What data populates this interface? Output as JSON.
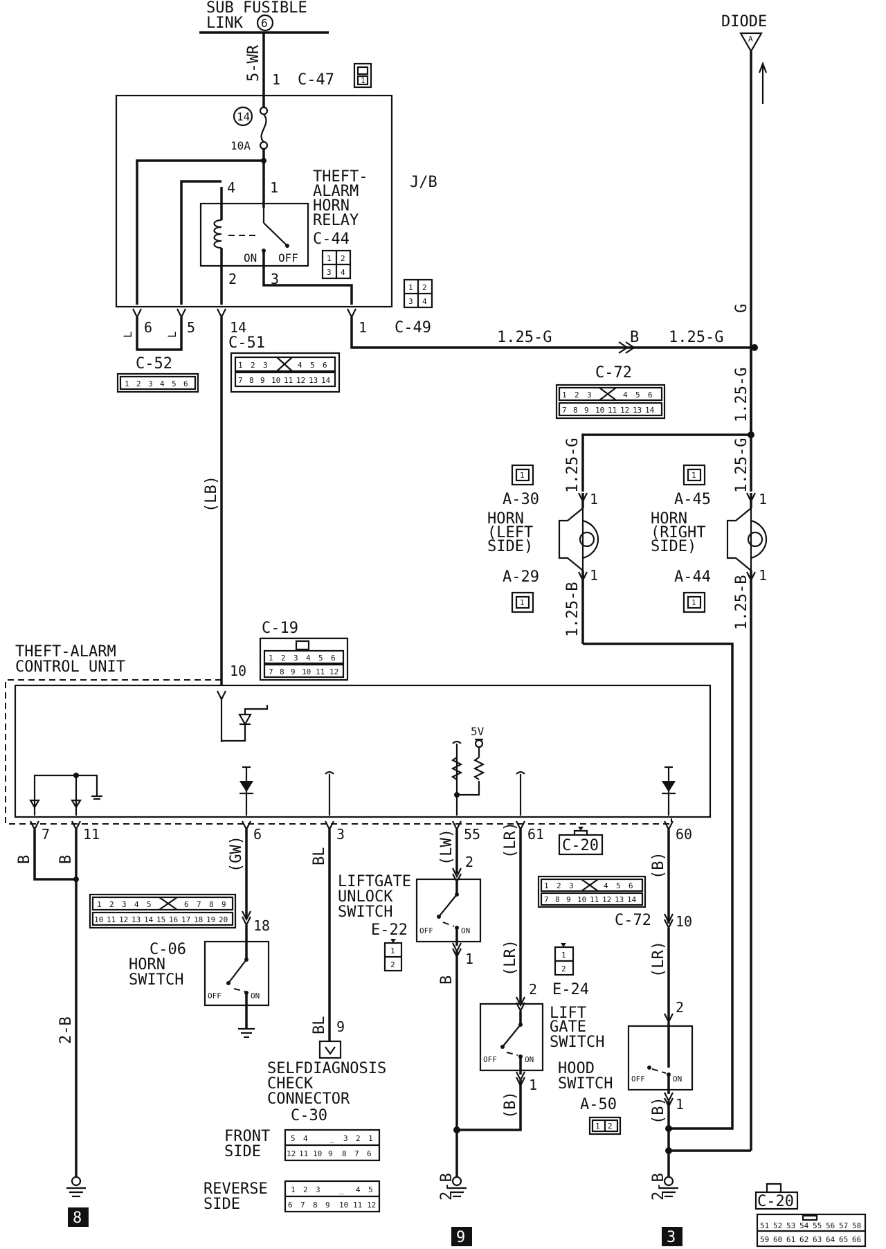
{
  "top": {
    "sub_fusible_link": "SUB FUSIBLE",
    "sub_fusible_link2": "LINK",
    "sub_fusible_num": "6",
    "diode": "DIODE",
    "diode_pin": "A"
  },
  "wires": {
    "w_5wr": "5-WR",
    "w_lb": "(LB)",
    "w_125g_h1": "1.25-G",
    "w_125g_h2": "1.25-G",
    "w_b_mark": "B",
    "w_g": "G",
    "w_125g_v": "1.25-G",
    "w_125g_hl": "1.25-G",
    "w_125g_hr": "1.25-G",
    "w_125b_l": "1.25-B",
    "w_125b_r": "1.25-B",
    "w_b7": "B",
    "w_b11": "B",
    "w_gw": "(GW)",
    "w_bl3": "BL",
    "w_lw": "(LW)",
    "w_lr61": "(LR)",
    "w_b60": "(B)",
    "w_2b_8": "2-B",
    "w_bl9": "BL",
    "w_b_lg": "B",
    "w_lr_lg": "(LR)",
    "w_b_lgs": "(B)",
    "w_lr_hood": "(LR)",
    "w_b_hood": "(B)",
    "w_2b_9": "2-B",
    "w_2b_3": "2-B",
    "w_l6": "L",
    "w_l5": "L"
  },
  "connectors": {
    "c47": "C-47",
    "c44": "C-44",
    "c49": "C-49",
    "c51": "C-51",
    "c52": "C-52",
    "c72a": "C-72",
    "c19": "C-19",
    "c20a": "C-20",
    "c06": "C-06",
    "e22": "E-22",
    "c72b": "C-72",
    "e24": "E-24",
    "a50": "A-50",
    "c30": "C-30",
    "c20b": "C-20",
    "a30": "A-30",
    "a29": "A-29",
    "a45": "A-45",
    "a44": "A-44",
    "jb": "J/B"
  },
  "components": {
    "fuse_num": "14",
    "fuse_rating": "10A",
    "relay": [
      "THEFT-",
      "ALARM",
      "HORN",
      "RELAY"
    ],
    "on": "ON",
    "off": "OFF",
    "horn_left": [
      "HORN",
      "(LEFT",
      "SIDE)"
    ],
    "horn_right": [
      "HORN",
      "(RIGHT",
      "SIDE)"
    ],
    "control_unit": [
      "THEFT-ALARM",
      "CONTROL UNIT"
    ],
    "five_v": "5V",
    "liftgate_unlock": [
      "LIFTGATE",
      "UNLOCK",
      "SWITCH"
    ],
    "horn_switch": [
      "HORN",
      "SWITCH"
    ],
    "selfdiag": [
      "SELFDIAGNOSIS",
      "CHECK",
      "CONNECTOR"
    ],
    "front_side": [
      "FRONT",
      "SIDE"
    ],
    "reverse_side": [
      "REVERSE",
      "SIDE"
    ],
    "lift_gate_switch": [
      "LIFT",
      "GATE",
      "SWITCH"
    ],
    "hood_switch": [
      "HOOD",
      "SWITCH"
    ]
  },
  "pins": {
    "p1_c47": "1",
    "p1_relay": "1",
    "p4_relay": "4",
    "p2_relay": "2",
    "p3_relay": "3",
    "p6": "6",
    "p5": "5",
    "p14": "14",
    "p1_c49": "1",
    "p1_a30": "1",
    "p1_a29": "1",
    "p1_a45": "1",
    "p1_a44": "1",
    "p10": "10",
    "p7": "7",
    "p11": "11",
    "p6b": "6",
    "p3": "3",
    "p55": "55",
    "p61": "61",
    "p60": "60",
    "p18": "18",
    "p2_e22": "2",
    "p1_e22": "1",
    "p10_c72": "10",
    "p9": "9",
    "p2_e24": "2",
    "p1_e24": "1",
    "p2_a50": "2",
    "p1_a50": "1"
  },
  "grounds": {
    "g8": "8",
    "g9": "9",
    "g3": "3"
  },
  "connector_faces": {
    "c47": [
      "1"
    ],
    "c44": [
      "1",
      "2",
      "3",
      "4"
    ],
    "c49": [
      "1",
      "2",
      "3",
      "4"
    ],
    "c52": [
      "1",
      "2",
      "3",
      "4",
      "5",
      "6"
    ],
    "c51_top": [
      "1",
      "2",
      "3",
      "",
      "4",
      "5",
      "6"
    ],
    "c51_bot": [
      "7",
      "8",
      "9",
      "10",
      "11",
      "12",
      "13",
      "14"
    ],
    "c72_top": [
      "1",
      "2",
      "3",
      "",
      "4",
      "5",
      "6"
    ],
    "c72_bot": [
      "7",
      "8",
      "9",
      "10",
      "11",
      "12",
      "13",
      "14"
    ],
    "c19_top": [
      "1",
      "2",
      "3",
      "4",
      "5",
      "6"
    ],
    "c19_bot": [
      "7",
      "8",
      "9",
      "10",
      "11",
      "12"
    ],
    "a1": [
      "1"
    ],
    "c06_top": [
      "1",
      "2",
      "3",
      "4",
      "5",
      "",
      "6",
      "7",
      "8",
      "9"
    ],
    "c06_bot": [
      "10",
      "11",
      "12",
      "13",
      "14",
      "15",
      "16",
      "17",
      "18",
      "19",
      "20"
    ],
    "e22": [
      "1",
      "2"
    ],
    "e24": [
      "1",
      "2"
    ],
    "a50": [
      "1",
      "2"
    ],
    "c30_front_top": [
      "5",
      "4",
      "_",
      "3",
      "2",
      "1"
    ],
    "c30_front_bot": [
      "12",
      "11",
      "10",
      "9",
      "8",
      "7",
      "6"
    ],
    "c30_rev_top": [
      "1",
      "2",
      "3",
      "_",
      "4",
      "5"
    ],
    "c30_rev_bot": [
      "6",
      "7",
      "8",
      "9",
      "10",
      "11",
      "12"
    ],
    "c20_top": [
      "51",
      "52",
      "53",
      "54",
      "55",
      "56",
      "57",
      "58"
    ],
    "c20_bot": [
      "59",
      "60",
      "61",
      "62",
      "63",
      "64",
      "65",
      "66"
    ]
  }
}
